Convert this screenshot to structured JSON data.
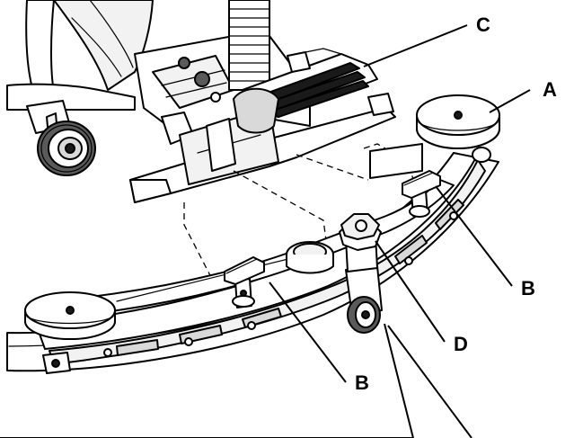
{
  "figure": {
    "callouts": {
      "a": "A",
      "b_right": "B",
      "b_left": "B",
      "c": "C",
      "d": "D"
    }
  }
}
